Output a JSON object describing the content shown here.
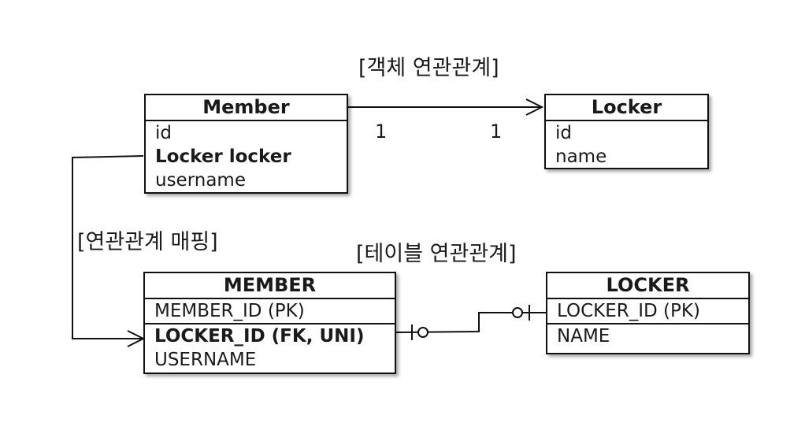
{
  "labels": {
    "object_relation": "[객체 연관관계]",
    "mapping": "[연관관계 매핑]",
    "table_relation": "[테이블 연관관계]"
  },
  "member_entity": {
    "title": "Member",
    "fields": [
      "id",
      "Locker locker",
      "username"
    ]
  },
  "locker_entity": {
    "title": "Locker",
    "fields": [
      "id",
      "name"
    ]
  },
  "multiplicity": {
    "left": "1",
    "right": "1"
  },
  "member_table": {
    "title": "MEMBER",
    "columns": [
      "MEMBER_ID (PK)",
      "LOCKER_ID (FK, UNI)",
      "USERNAME"
    ]
  },
  "locker_table": {
    "title": "LOCKER",
    "columns": [
      "LOCKER_ID (PK)",
      "NAME"
    ]
  }
}
